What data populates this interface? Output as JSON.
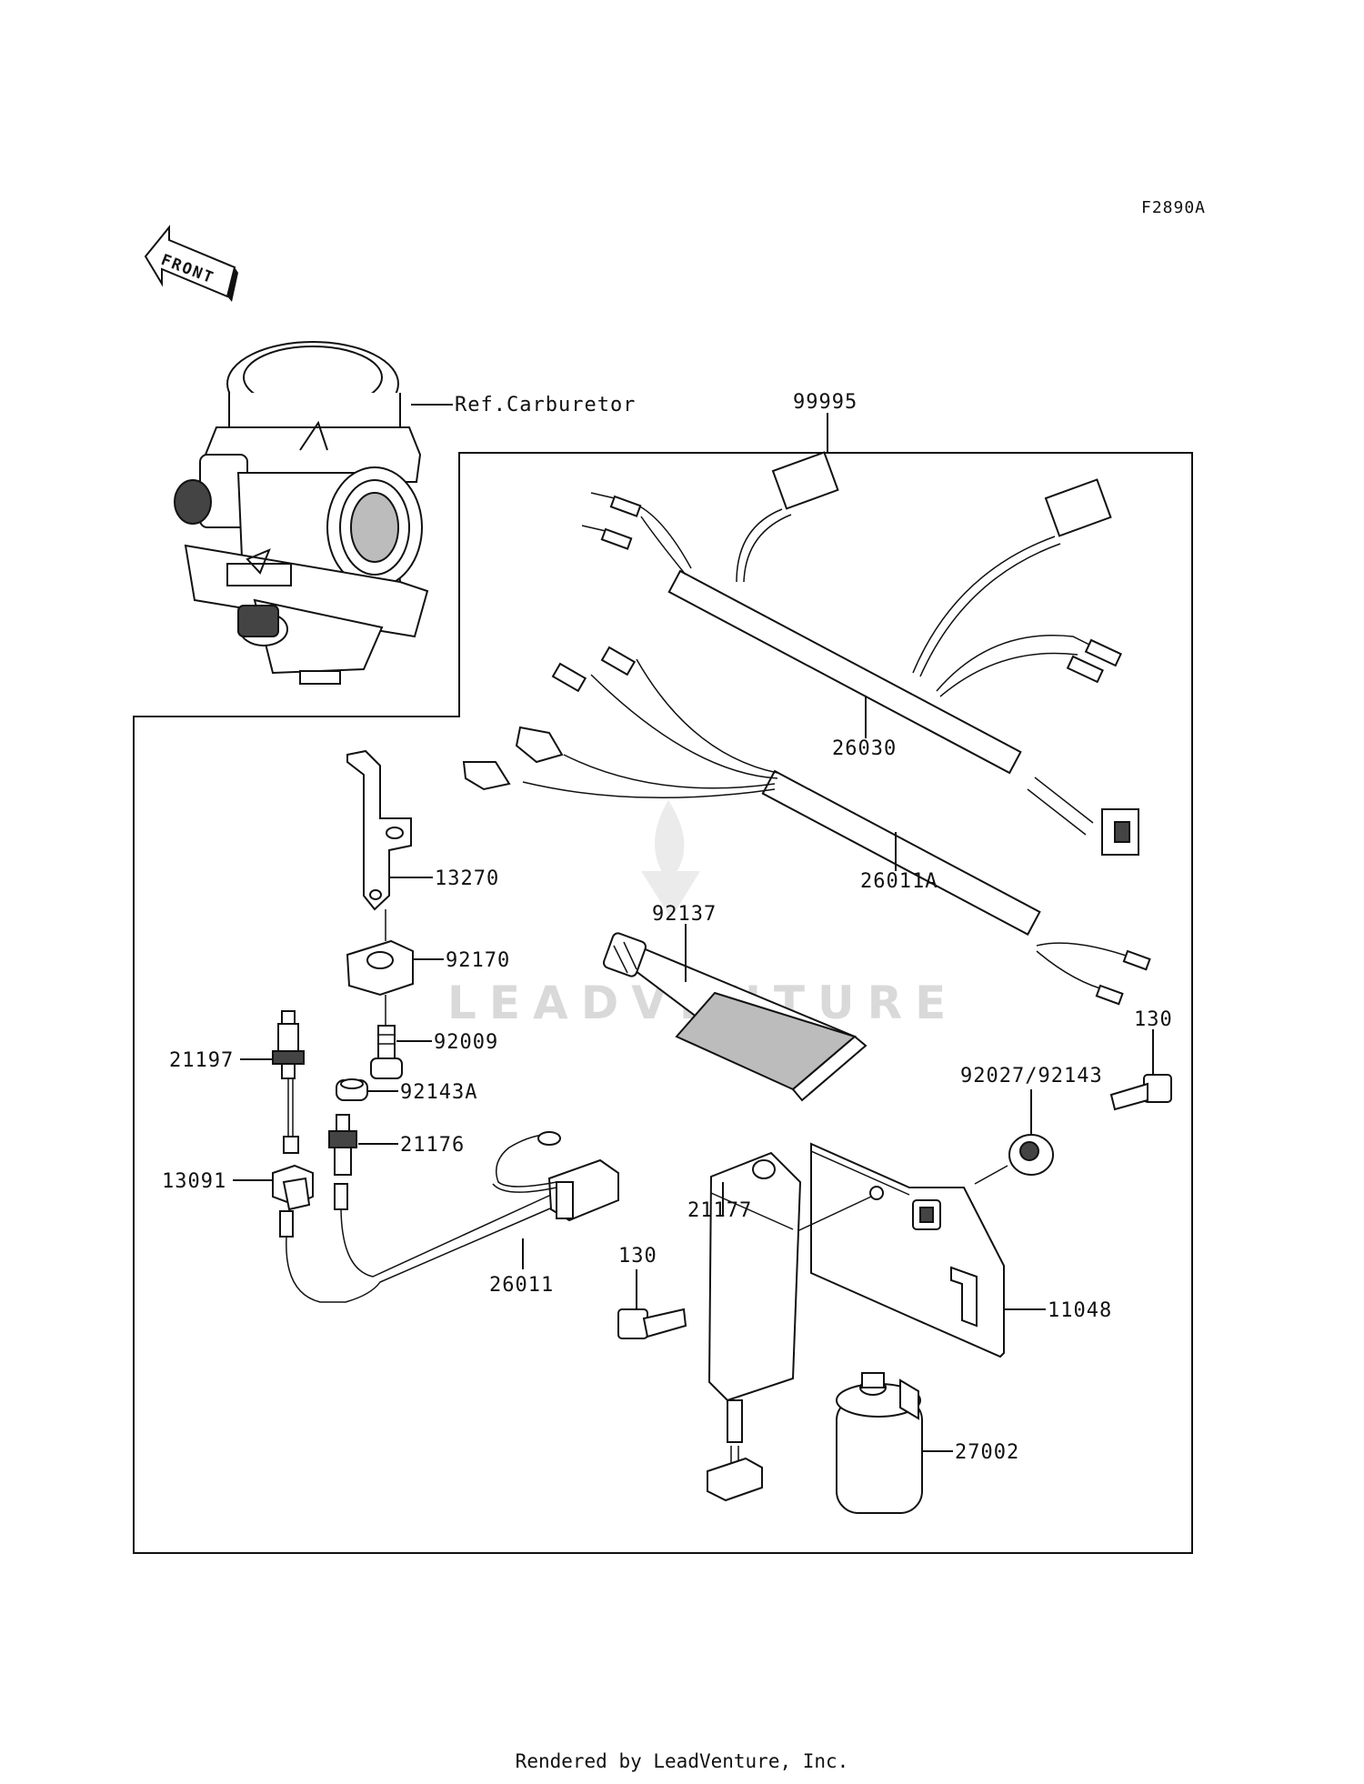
{
  "figure_code": "F2890A",
  "front_arrow_label": "FRONT",
  "reference_label": "Ref.Carburetor",
  "watermark_text": "LEADVENTURE",
  "footer_credit": "Rendered by LeadVenture, Inc.",
  "callouts": {
    "kit_99995": "99995",
    "harness_26030": "26030",
    "harness_26011A": "26011A",
    "bracket_13270": "13270",
    "holder_92170": "92170",
    "screw_92009": "92009",
    "washer_92143A": "92143A",
    "sensor_21197": "21197",
    "clamp_13091": "13091",
    "sensor_21176": "21176",
    "lead_26011": "26011",
    "grease_92137": "92137",
    "bolt_130_top": "130",
    "collar_92027_92143": "92027/92143",
    "unit_21177": "21177",
    "bolt_130_left": "130",
    "bracket_11048": "11048",
    "solenoid_27002": "27002"
  },
  "colors": {
    "line": "#111111",
    "watermark": "#d9d9d9",
    "background": "#ffffff"
  }
}
